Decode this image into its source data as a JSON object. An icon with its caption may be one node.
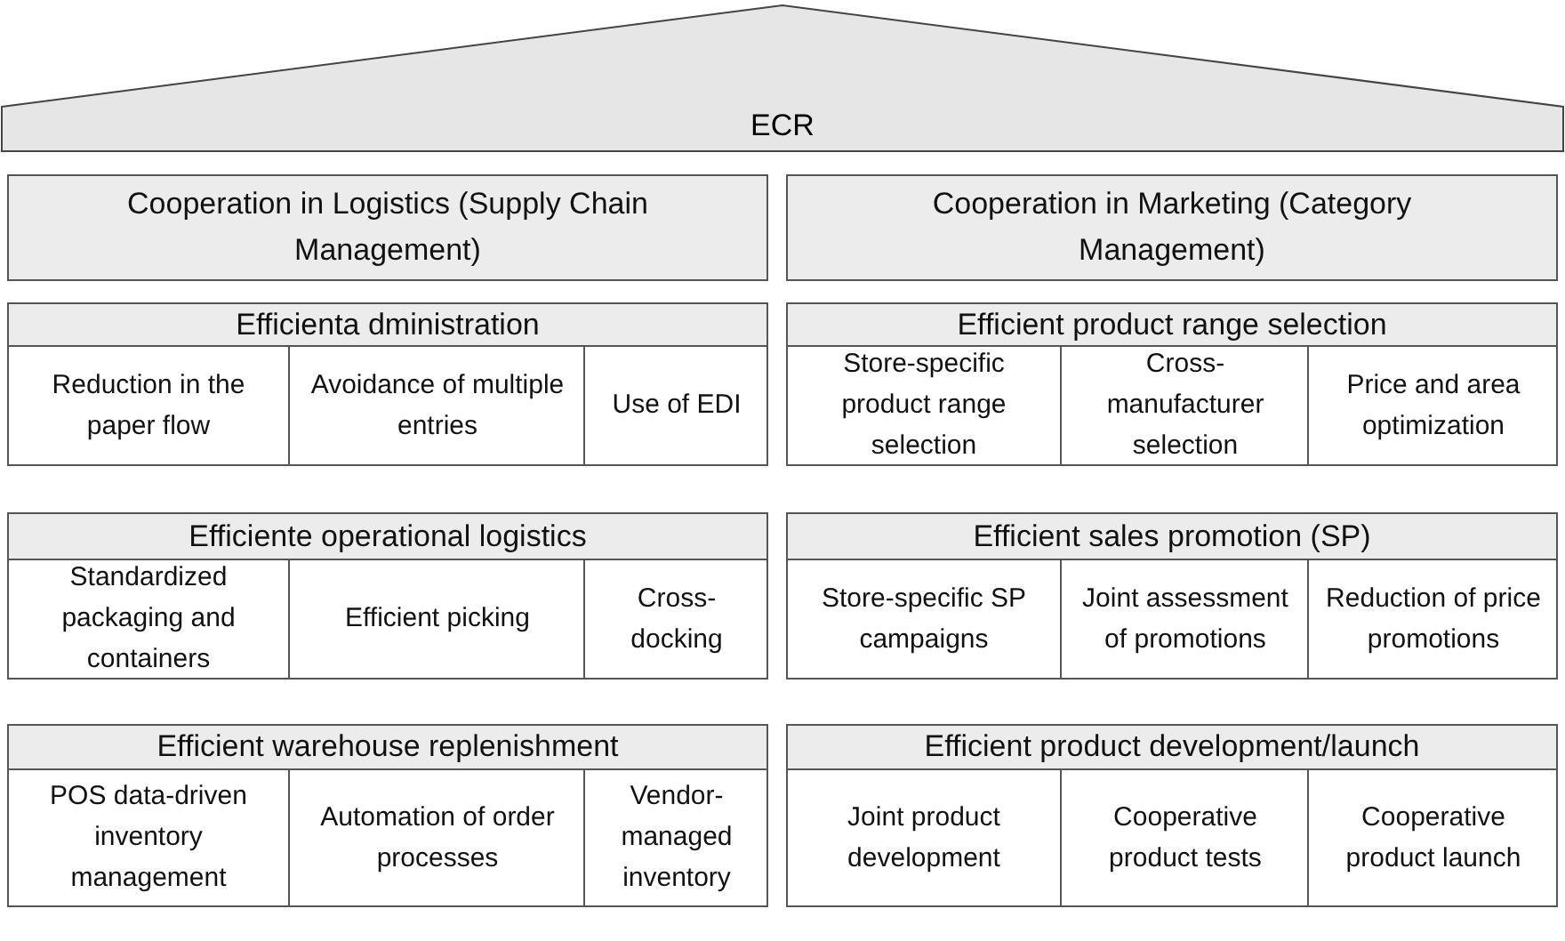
{
  "diagram": {
    "nodes": [
      {
        "text": [
          "ECR"
        ]
      },
      {
        "text": [
          "Cooperation in  Logistics (Supply Chain Management)"
        ]
      },
      {
        "text": [
          "Cooperation in Marketing (Category Management)"
        ]
      },
      {
        "text": [
          "Efficienta dministration"
        ]
      },
      {
        "text": [
          "Reduction in the paper flow"
        ],
        "in": 3
      },
      {
        "text": [
          "Avoidance of multiple entries"
        ],
        "in": 3
      },
      {
        "text": [
          "Use of EDI"
        ],
        "in": 3
      },
      {
        "text": [
          "Efficient product range selection"
        ]
      },
      {
        "text": [
          "Store-specific product range selection"
        ],
        "in": 7
      },
      {
        "text": [
          "Cross-manufacturer selection"
        ],
        "in": 7
      },
      {
        "text": [
          "Price and area optimization"
        ],
        "in": 7
      },
      {
        "text": [
          "Efficiente operational logistics"
        ]
      },
      {
        "text": [
          "Standardized packaging and containers"
        ],
        "in": 11
      },
      {
        "text": [
          "Efficient picking"
        ],
        "in": 11
      },
      {
        "text": [
          "Cross-docking"
        ],
        "in": 11
      },
      {
        "text": [
          "Efficient sales promotion (SP)"
        ]
      },
      {
        "text": [
          "Store-specific SP campaigns"
        ],
        "in": 15
      },
      {
        "text": [
          "Joint assessment of promotions"
        ],
        "in": 15
      },
      {
        "text": [
          "Reduction of price promotions"
        ],
        "in": 15
      },
      {
        "text": [
          "Efficient warehouse replenishment"
        ]
      },
      {
        "text": [
          "POS data-driven inventory management"
        ],
        "in": 19
      },
      {
        "text": [
          "Automation of order processes"
        ],
        "in": 19
      },
      {
        "text": [
          "Vendor-managed inventory"
        ],
        "in": 19
      },
      {
        "text": [
          "Efficient product development/launch"
        ]
      },
      {
        "text": [
          "Joint product development"
        ],
        "in": 23
      },
      {
        "text": [
          "Cooperative product tests"
        ],
        "in": 23
      },
      {
        "text": [
          "Cooperative product launch"
        ],
        "in": 23
      }
    ],
    "edges": []
  }
}
